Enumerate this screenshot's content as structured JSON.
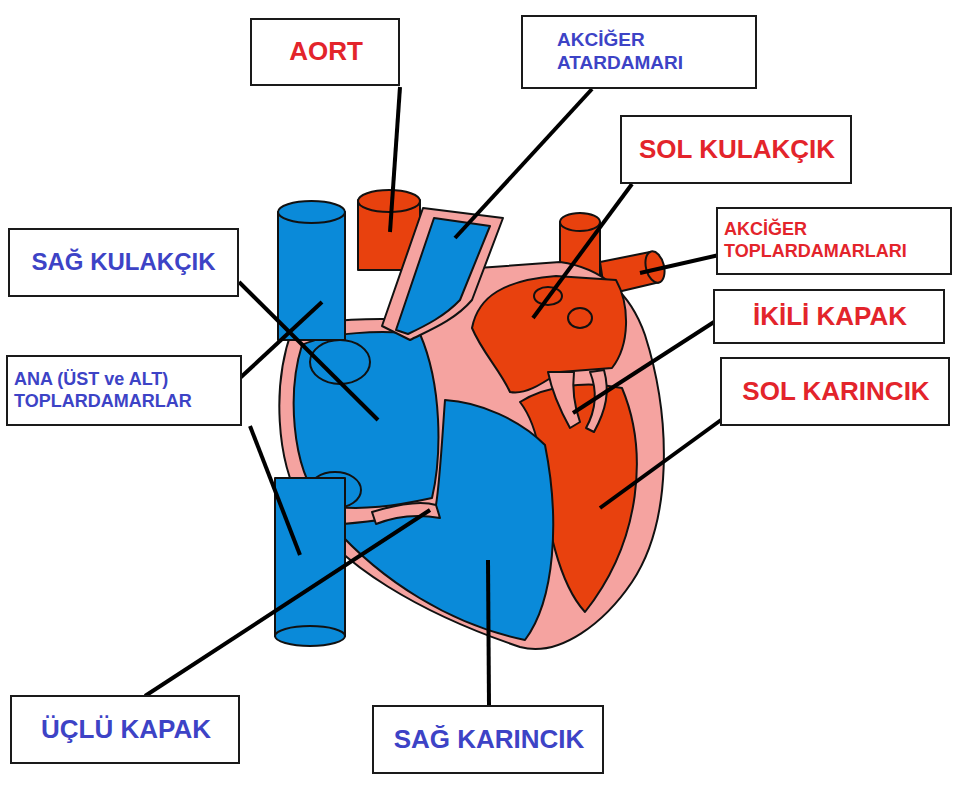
{
  "diagram": {
    "nodes": [
      {
        "text": [
          "AORT"
        ]
      },
      {
        "text": [
          "AKCİĞER ATARDAMARI"
        ]
      },
      {
        "text": [
          "SOL KULAKÇIK"
        ]
      },
      {
        "text": [
          "SAĞ KULAKÇIK"
        ]
      },
      {
        "text": [
          "AKCİĞER TOPLARDAMARLARI"
        ]
      },
      {
        "text": [
          "İKİLİ KAPAK"
        ]
      },
      {
        "text": [
          "ANA (ÜST ve ALT) TOPLARDAMARLAR"
        ]
      },
      {
        "text": [
          "SOL KARINCIK"
        ]
      },
      {
        "text": [
          "ÜÇLÜ KAPAK"
        ]
      },
      {
        "text": [
          "SAĞ KARINCIK"
        ]
      }
    ]
  }
}
